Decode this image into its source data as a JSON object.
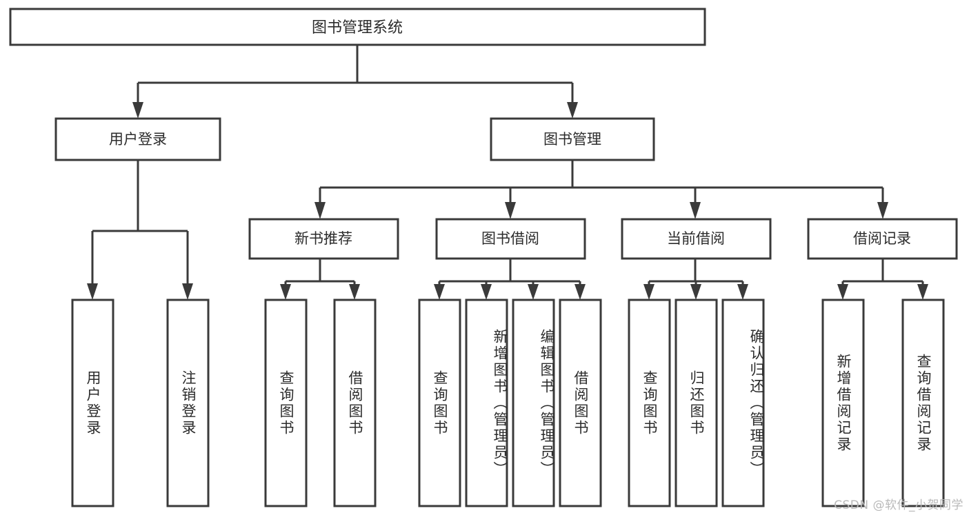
{
  "diagram": {
    "title": "图书管理系统",
    "type": "tree",
    "root": {
      "id": "root",
      "label": "图书管理系统",
      "orientation": "horizontal"
    },
    "level2": [
      {
        "id": "user-login",
        "label": "用户登录",
        "orientation": "horizontal"
      },
      {
        "id": "book-manage",
        "label": "图书管理",
        "orientation": "horizontal"
      }
    ],
    "level3": [
      {
        "id": "new-book-recommend",
        "label": "新书推荐",
        "orientation": "horizontal",
        "parent": "book-manage"
      },
      {
        "id": "book-borrow",
        "label": "图书借阅",
        "orientation": "horizontal",
        "parent": "book-manage"
      },
      {
        "id": "current-borrow",
        "label": "当前借阅",
        "orientation": "horizontal",
        "parent": "book-manage"
      },
      {
        "id": "borrow-record",
        "label": "借阅记录",
        "orientation": "horizontal",
        "parent": "book-manage"
      }
    ],
    "leaves": [
      {
        "id": "leaf-user-login",
        "label": "用户登录",
        "parent": "user-login",
        "orientation": "vertical"
      },
      {
        "id": "leaf-logout",
        "label": "注销登录",
        "parent": "user-login",
        "orientation": "vertical"
      },
      {
        "id": "leaf-query-book-1",
        "label": "查询图书",
        "parent": "new-book-recommend",
        "orientation": "vertical"
      },
      {
        "id": "leaf-borrow-book-1",
        "label": "借阅图书",
        "parent": "new-book-recommend",
        "orientation": "vertical"
      },
      {
        "id": "leaf-query-book-2",
        "label": "查询图书",
        "parent": "book-borrow",
        "orientation": "vertical"
      },
      {
        "id": "leaf-add-book",
        "label": "新增图书（管理员）",
        "parent": "book-borrow",
        "orientation": "vertical"
      },
      {
        "id": "leaf-edit-book",
        "label": "编辑图书（管理员）",
        "parent": "book-borrow",
        "orientation": "vertical"
      },
      {
        "id": "leaf-borrow-book-2",
        "label": "借阅图书",
        "parent": "book-borrow",
        "orientation": "vertical"
      },
      {
        "id": "leaf-query-book-3",
        "label": "查询图书",
        "parent": "current-borrow",
        "orientation": "vertical"
      },
      {
        "id": "leaf-return-book",
        "label": "归还图书",
        "parent": "current-borrow",
        "orientation": "vertical"
      },
      {
        "id": "leaf-confirm-return",
        "label": "确认归还（管理员）",
        "parent": "current-borrow",
        "orientation": "vertical"
      },
      {
        "id": "leaf-add-record",
        "label": "新增借阅记录",
        "parent": "borrow-record",
        "orientation": "vertical"
      },
      {
        "id": "leaf-query-record",
        "label": "查询借阅记录",
        "parent": "borrow-record",
        "orientation": "vertical"
      }
    ],
    "colors": {
      "stroke": "#3a3a3a",
      "fill": "#ffffff",
      "text": "#2b2b2b",
      "watermark": "#b9b9b9"
    }
  },
  "watermark": {
    "text": "CSDN @软件_小贺同学"
  }
}
